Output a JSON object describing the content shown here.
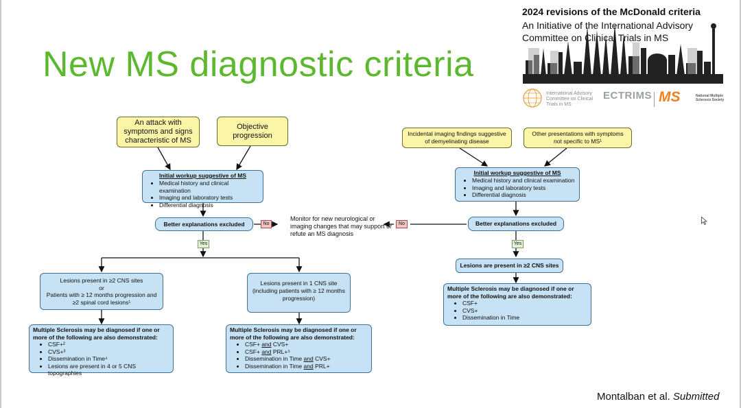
{
  "slide": {
    "title": "New MS diagnostic criteria",
    "mcdonald_title": "2024 revisions of the McDonald criteria",
    "mcdonald_sub1": "An Initiative of the International Advisory",
    "mcdonald_sub2": "Committee on Clinical Trials in MS",
    "logo_iac": "International Advisory Committee on Clinical Trials in MS",
    "logo_ectrims": "ECTRIMS",
    "logo_ms": "MS",
    "logo_nmss": "National Multiple Sclerosis Society",
    "citation_authors": "Montalban et al. ",
    "citation_status": "Submitted"
  },
  "left": {
    "attack": "An attack with symptoms and signs characteristic of MS",
    "progression": "Objective progression",
    "workup_title": "Initial workup suggestive of MS",
    "workup_items": [
      "Medical history and clinical examination",
      "Imaging and laboratory tests",
      "Differential diagnosis"
    ],
    "better": "Better explanations excluded",
    "no": "No",
    "yes": "Yes",
    "two_sites_l1": "Lesions present in ≥2  CNS sites",
    "two_sites_l2": "or",
    "two_sites_l3": "Patients with ≥ 12 months progression and ≥2 spinal cord lesions¹",
    "one_site_l1": "Lesions present in 1 CNS site",
    "one_site_l2": "(including patients with ≥ 12 months progression)",
    "dx_a_header": "Multiple Sclerosis may be diagnosed if one or more of the following are also demonstrated:",
    "dx_a_items": [
      "CSF+²",
      "CVS+³",
      "Dissemination in Time⁴",
      "Lesions are present in 4 or 5 CNS topographies"
    ],
    "dx_b_header": "Multiple Sclerosis may be diagnosed if one or more of the following are also demonstrated:",
    "dx_b_items": [
      {
        "a": "CSF+ ",
        "u": "and",
        "b": " CVS+"
      },
      {
        "a": "CSF+ ",
        "u": "and",
        "b": " PRL+⁵"
      },
      {
        "a": "Dissemination in Time ",
        "u": "and",
        "b": " CVS+"
      },
      {
        "a": "Dissemination in Time ",
        "u": "and",
        "b": " PRL+"
      }
    ]
  },
  "middle": {
    "monitor": "Monitor for new neurological or imaging changes that may support or refute an MS diagnosis"
  },
  "right": {
    "incidental": "Incidental imaging findings suggestive of demyelinating disease",
    "other": "Other presentations with symptoms not specific to MS¹",
    "workup_title": "Initial workup suggestive of MS",
    "workup_items": [
      "Medical history and clinical examination",
      "Imaging and laboratory tests",
      "Differential diagnosis"
    ],
    "better": "Better explanations excluded",
    "no": "No",
    "yes": "Yes",
    "two_sites": "Lesions are present in ≥2  CNS sites",
    "dx_header": "Multiple Sclerosis may be diagnosed if one or more of the following are also demonstrated:",
    "dx_items": [
      "CSF+",
      "CVS+",
      "Dissemination in Time"
    ]
  },
  "colors": {
    "title_green": "#5cb82e",
    "box_yellow": "#fbf5a8",
    "box_blue": "#c7e2f4",
    "tag_no": "#f4c3c3",
    "tag_yes": "#e3f4d6",
    "ms_orange": "#f07f1d"
  }
}
